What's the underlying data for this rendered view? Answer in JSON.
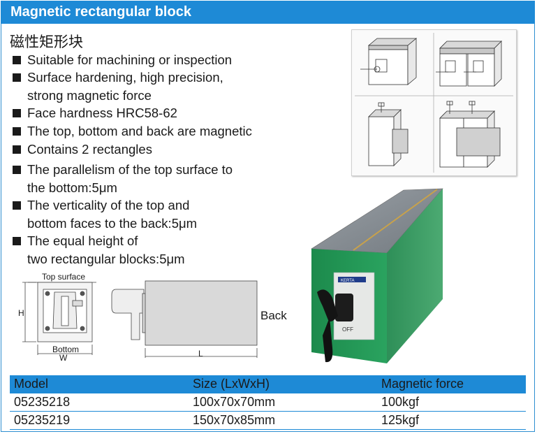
{
  "header": {
    "title": "Magnetic rectangular block"
  },
  "cn_title": "磁性矩形块",
  "features": [
    {
      "line1": "Suitable for machining or inspection"
    },
    {
      "line1": "Surface hardening, high precision,",
      "line2": "strong magnetic force"
    },
    {
      "line1": "Face hardness HRC58-62"
    },
    {
      "line1": "The top, bottom and back are magnetic"
    },
    {
      "line1": "Contains 2 rectangles"
    },
    {
      "line1": "The parallelism of the top surface to",
      "line2": " the bottom:5μm"
    },
    {
      "line1": "The verticality of the top and",
      "line2": "bottom faces to the back:5μm"
    },
    {
      "line1": "The equal height of",
      "line2": " two rectangular blocks:5μm"
    }
  ],
  "drawing": {
    "top_surface": "Top surface",
    "height_label": "H",
    "bottom": "Bottom",
    "width_label": "W",
    "length_label": "L",
    "back": "Back"
  },
  "photo": {
    "brand": "KERTA",
    "off": "OFF"
  },
  "table": {
    "headers": [
      "Model",
      "Size (LxWxH)",
      "Magnetic force"
    ],
    "rows": [
      [
        "05235218",
        "100x70x70mm",
        "100kgf"
      ],
      [
        "05235219",
        "150x70x85mm",
        "125kgf"
      ]
    ]
  },
  "colors": {
    "accent": "#1e8ad6",
    "body_green": "#1f8a4d",
    "top_gray": "#8a9096"
  }
}
